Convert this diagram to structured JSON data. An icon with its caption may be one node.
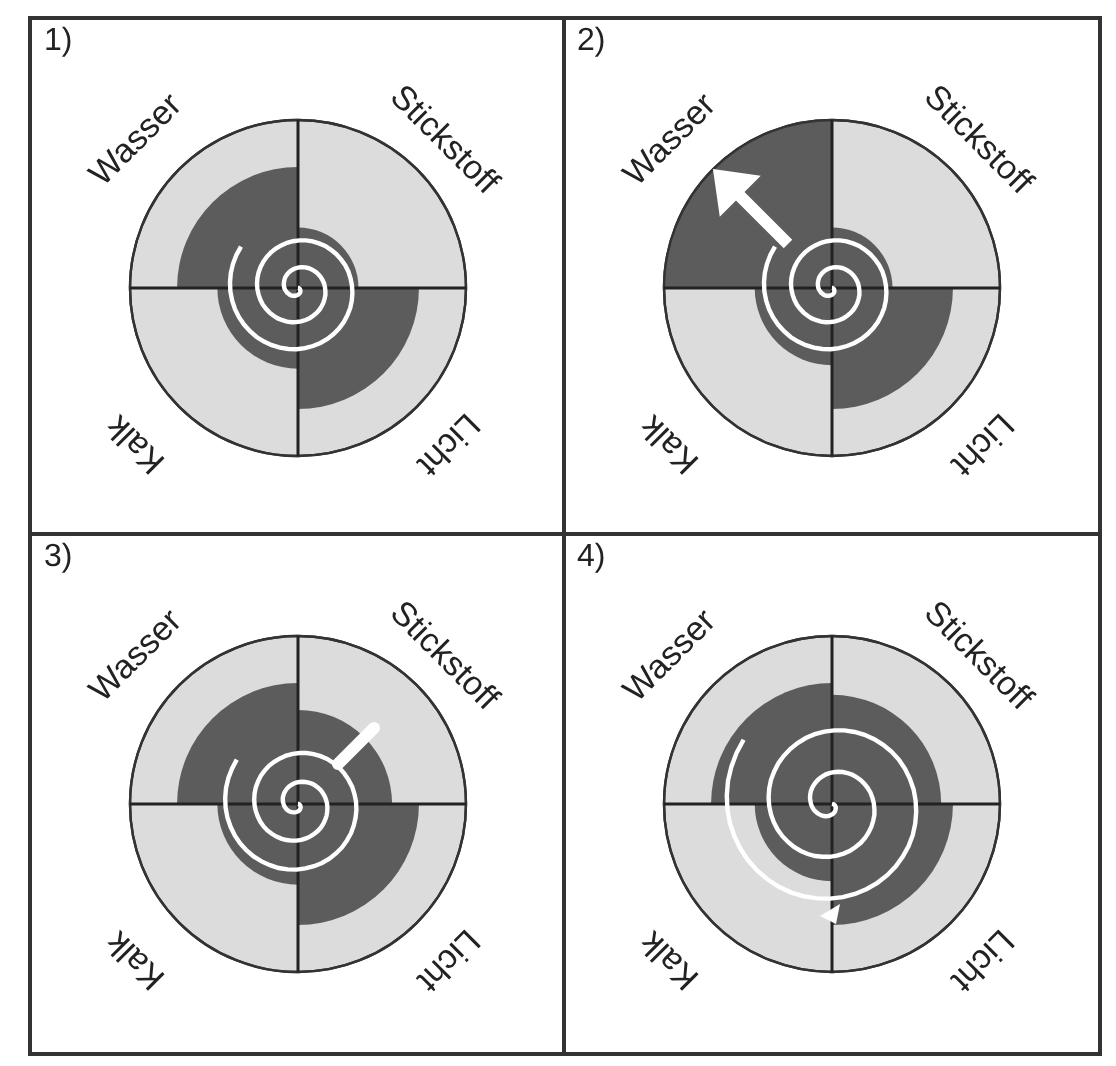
{
  "diagram": {
    "nodes": [
      {
        "text": [
          "1)",
          "Wasser",
          "Stickstoff",
          "Kalk",
          "Licht"
        ]
      },
      {
        "text": [
          "2)",
          "Wasser",
          "Stickstoff",
          "Kalk",
          "Licht"
        ]
      },
      {
        "text": [
          "3)",
          "Wasser",
          "Stickstoff",
          "Kalk",
          "Licht"
        ]
      },
      {
        "text": [
          "4)",
          "Wasser",
          "Stickstoff",
          "Kalk",
          "Licht"
        ]
      }
    ],
    "edges": []
  }
}
